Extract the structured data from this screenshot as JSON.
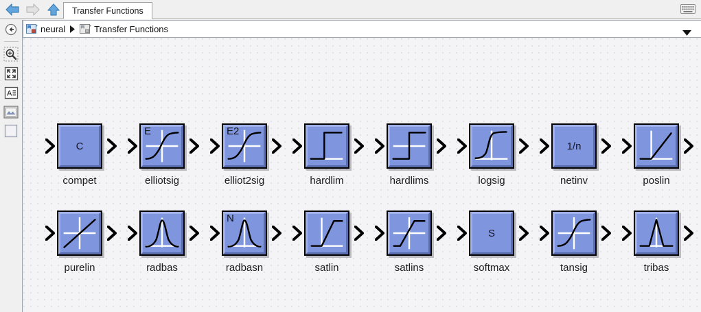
{
  "window": {
    "title": "Transfer Functions"
  },
  "toolbar": {
    "back_label": "Back",
    "forward_label": "Forward",
    "up_label": "Up",
    "keyboard_icon": "keyboard-icon",
    "tab_label": "Transfer Functions"
  },
  "breadcrumb": {
    "items": [
      {
        "label": "neural",
        "icon": "library-icon-blue"
      },
      {
        "label": "Transfer Functions",
        "icon": "library-icon-gray"
      }
    ],
    "separator": "▶",
    "dropdown_icon": "chevron-down-icon"
  },
  "sidebar": {
    "items": [
      {
        "name": "back-circle-icon",
        "label": "Back"
      },
      {
        "name": "zoom-in-icon",
        "label": "Zoom In"
      },
      {
        "name": "fit-to-view-icon",
        "label": "Fit To View"
      },
      {
        "name": "text-list-icon",
        "label": "Show Text"
      },
      {
        "name": "image-icon",
        "label": "Show Image"
      },
      {
        "name": "blank-square-icon",
        "label": "Blank"
      }
    ]
  },
  "library": {
    "blocks": [
      {
        "label": "compet",
        "glyph": "C",
        "corner": "",
        "curve": "none",
        "row": 0,
        "col": 0
      },
      {
        "label": "elliotsig",
        "glyph": "",
        "corner": "E",
        "curve": "sigmoid",
        "row": 0,
        "col": 1
      },
      {
        "label": "elliot2sig",
        "glyph": "",
        "corner": "E2",
        "curve": "sigmoid",
        "row": 0,
        "col": 2
      },
      {
        "label": "hardlim",
        "glyph": "",
        "corner": "",
        "curve": "hardlim",
        "row": 0,
        "col": 3
      },
      {
        "label": "hardlims",
        "glyph": "",
        "corner": "",
        "curve": "hardlims",
        "row": 0,
        "col": 4
      },
      {
        "label": "logsig",
        "glyph": "",
        "corner": "",
        "curve": "logsig",
        "row": 0,
        "col": 5
      },
      {
        "label": "netinv",
        "glyph": "1/n",
        "corner": "",
        "curve": "none",
        "row": 0,
        "col": 6
      },
      {
        "label": "poslin",
        "glyph": "",
        "corner": "",
        "curve": "poslin",
        "row": 0,
        "col": 7
      },
      {
        "label": "purelin",
        "glyph": "",
        "corner": "",
        "curve": "purelin",
        "row": 1,
        "col": 0
      },
      {
        "label": "radbas",
        "glyph": "",
        "corner": "",
        "curve": "radbas",
        "row": 1,
        "col": 1
      },
      {
        "label": "radbasn",
        "glyph": "",
        "corner": "N",
        "curve": "radbas",
        "row": 1,
        "col": 2
      },
      {
        "label": "satlin",
        "glyph": "",
        "corner": "",
        "curve": "satlin",
        "row": 1,
        "col": 3
      },
      {
        "label": "satlins",
        "glyph": "",
        "corner": "",
        "curve": "satlins",
        "row": 1,
        "col": 4
      },
      {
        "label": "softmax",
        "glyph": "S",
        "corner": "",
        "curve": "none",
        "row": 1,
        "col": 5
      },
      {
        "label": "tansig",
        "glyph": "",
        "corner": "",
        "curve": "tansig",
        "row": 1,
        "col": 6
      },
      {
        "label": "tribas",
        "glyph": "",
        "corner": "",
        "curve": "tribas",
        "row": 1,
        "col": 7
      }
    ]
  },
  "colors": {
    "block_face": "#7f96de",
    "block_bevel_light": "#9fb1e8",
    "block_bevel_dark": "#5a6ead",
    "block_border": "#000000",
    "canvas_bg": "#f4f4f6",
    "axis_white": "#ffffff",
    "curve_black": "#000000",
    "toolbar_bg": "#f0f0f0",
    "nav_arrow_blue": "#4f9ad8"
  }
}
